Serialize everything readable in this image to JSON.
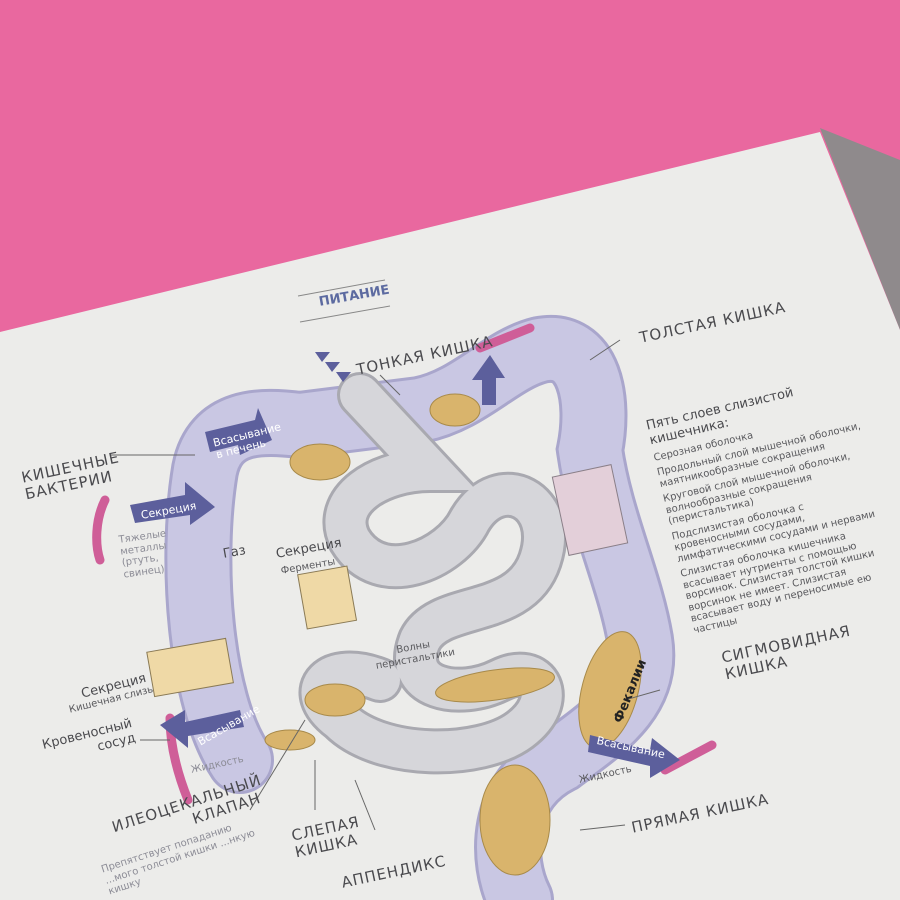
{
  "section": "ПИТАНИЕ",
  "small_intestine": "ТОНКАЯ КИШКА",
  "large_intestine": "ТОЛСТАЯ КИШКА",
  "layers": {
    "title": "Пять слоев слизистой кишечника:",
    "items": [
      "Серозная оболочка",
      "Продольный слой мышечной оболочки, маятникообразные сокращения",
      "Круговой слой мышечной оболочки, волнообразные сокращения (перистальтика)",
      "Подслизистая оболочка с кровеносными сосудами, лимфатическими сосудами и нервами",
      "Слизистая оболочка кишечника всасывает нутриенты с помощью ворсинок. Слизистая толстой кишки ворсинок не имеет. Слизистая всасывает воду и переносимые ею частицы"
    ]
  },
  "bacteria": "КИШЕЧНЫЕ БАКТЕРИИ",
  "absorb_liver": {
    "line1": "Всасывание",
    "line2": "в печень"
  },
  "secretion_left": "Секреция",
  "heavy_metals": "Тяжелые металлы (ртуть, свинец)",
  "gas": "Газ",
  "secretion_enzymes": {
    "title": "Секреция",
    "sub": "Ферменты"
  },
  "peristalsis": "Волны перистальтики",
  "secretion_mucus": {
    "title": "Секреция",
    "sub": "Кишечная слизь"
  },
  "absorb_left": "Всасывание",
  "fluid_left": "Жидкость",
  "blood_vessel": "Кровеносный сосуд",
  "ileocecal": {
    "title": "ИЛЕОЦЕКАЛЬНЫЙ КЛАПАН",
    "desc": "Препятствует попаданию ...мого толстой кишки ...нкую кишку"
  },
  "cecum": "СЛЕПАЯ КИШКА",
  "appendix": "АППЕНДИКС",
  "sigmoid": "СИГМОВИДНАЯ КИШКА",
  "feces": "Фекалии",
  "absorb_right": "Всасывание",
  "fluid_right": "Жидкость",
  "rectum": "ПРЯМАЯ КИШКА",
  "colors": {
    "background": "#e9689f",
    "page": "#ececea",
    "colon": "#c8c6e2",
    "small": "#d6d6da",
    "feces": "#d9b46c",
    "arrow": "#5c5f9c",
    "vessel": "#cf5e98"
  }
}
